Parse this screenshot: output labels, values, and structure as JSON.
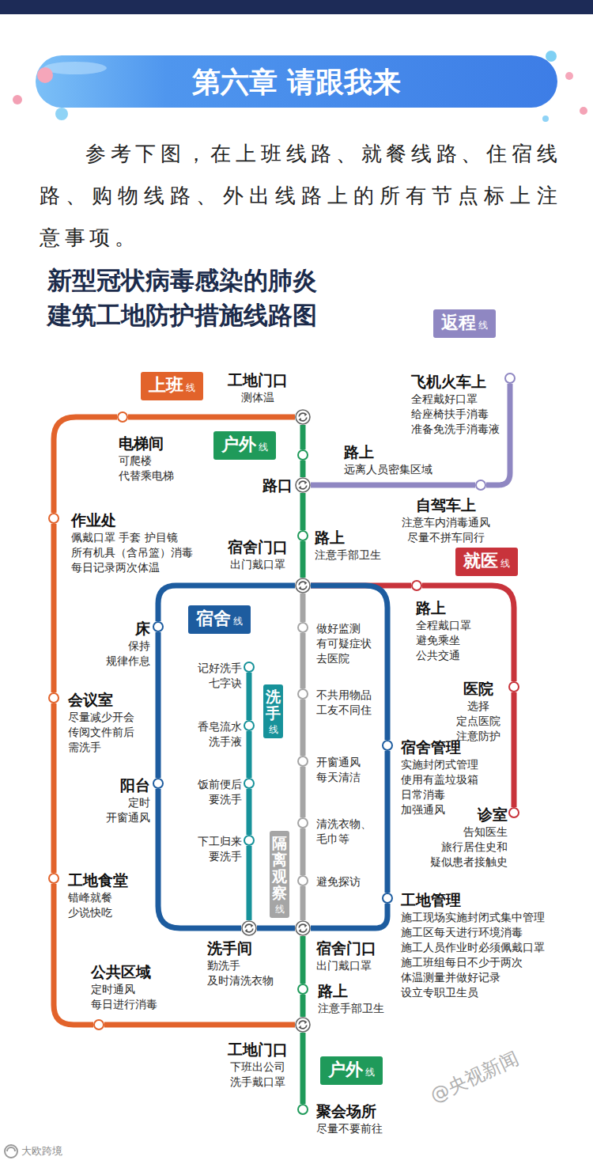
{
  "diagram": {
    "title": "新型冠状病毒感染的肺炎 建筑工地防护措施线路图",
    "nodes": [
      {
        "text": [
          "上班",
          "线"
        ]
      },
      {
        "text": [
          "工地门口",
          "测体温"
        ]
      },
      {
        "text": [
          "返程",
          "线"
        ]
      },
      {
        "text": [
          "飞机火车上",
          "全程戴好口罩 给座椅扶手消毒 准备免洗手消毒液"
        ]
      },
      {
        "text": [
          "电梯间",
          "可爬楼 代替乘电梯"
        ]
      },
      {
        "text": [
          "户外",
          "线"
        ]
      },
      {
        "text": [
          "路上",
          "远离人员密集区域"
        ]
      },
      {
        "text": [
          "路口"
        ]
      },
      {
        "text": [
          "自驾车上",
          "注意车内消毒通风 尽量不拼车同行"
        ]
      },
      {
        "text": [
          "作业处",
          "佩戴口罩 手套 护目镜 所有机具（含吊篮）消毒 每日记录两次体温"
        ]
      },
      {
        "text": [
          "路上",
          "注意手部卫生"
        ]
      },
      {
        "text": [
          "宿舍门口",
          "出门戴口罩"
        ]
      },
      {
        "text": [
          "就医",
          "线"
        ]
      },
      {
        "text": [
          "宿舍",
          "线"
        ]
      },
      {
        "text": [
          "床",
          "保持 规律作息"
        ]
      },
      {
        "text": [
          "做好监测 有可疑症状 去医院"
        ]
      },
      {
        "text": [
          "路上",
          "全程戴口罩 避免乘坐 公共交通"
        ]
      },
      {
        "text": [
          "记好洗手 七字诀"
        ]
      },
      {
        "text": [
          "洗手",
          "线"
        ]
      },
      {
        "text": [
          "会议室",
          "尽量减少开会 传阅文件前后 需洗手"
        ]
      },
      {
        "text": [
          "医院",
          "选择 定点医院 注意防护"
        ]
      },
      {
        "text": [
          "不共用物品 工友不同住"
        ]
      },
      {
        "text": [
          "香皂流水 洗手液"
        ]
      },
      {
        "text": [
          "宿舍管理",
          "实施封闭式管理 使用有盖垃圾箱 日常消毒 加强通风"
        ]
      },
      {
        "text": [
          "开窗通风 每天清洁"
        ]
      },
      {
        "text": [
          "阳台",
          "定时 开窗通风"
        ]
      },
      {
        "text": [
          "饭前便后 要洗手"
        ]
      },
      {
        "text": [
          "诊室",
          "告知医生 旅行居住史和 疑似患者接触史"
        ]
      },
      {
        "text": [
          "清洗衣物、 毛巾等"
        ]
      },
      {
        "text": [
          "下工归来 要洗手"
        ]
      },
      {
        "text": [
          "隔离观察",
          "线"
        ]
      },
      {
        "text": [
          "工地食堂",
          "错峰就餐 少说快吃"
        ]
      },
      {
        "text": [
          "避免探访"
        ]
      },
      {
        "text": [
          "工地管理",
          "施工现场实施封闭式集中管理 施工区每天进行环境消毒 施工人员作业时必须佩戴口罩 施工班组每日不少于两次 体温测量并做好记录 设立专职卫生员"
        ]
      },
      {
        "text": [
          "洗手间",
          "勤洗手 及时清洗衣物"
        ]
      },
      {
        "text": [
          "宿舍门口",
          "出门戴口罩"
        ]
      },
      {
        "text": [
          "路上",
          "注意手部卫生"
        ]
      },
      {
        "text": [
          "公共区域",
          "定时通风 每日进行消毒"
        ]
      },
      {
        "text": [
          "工地门口",
          "下班出公司 洗手戴口罩"
        ]
      },
      {
        "text": [
          "户外",
          "线"
        ]
      },
      {
        "text": [
          "聚会场所",
          "尽量不要前往"
        ]
      }
    ],
    "edges": [
      {
        "from": 11,
        "to": 16,
        "arrow": "none"
      },
      {
        "from": 16,
        "to": 20,
        "arrow": "none"
      },
      {
        "from": 20,
        "to": 27,
        "arrow": "none"
      },
      {
        "from": 1,
        "to": 4,
        "arrow": "none"
      },
      {
        "from": 4,
        "to": 9,
        "arrow": "none"
      },
      {
        "from": 9,
        "to": 19,
        "arrow": "none"
      },
      {
        "from": 19,
        "to": 31,
        "arrow": "none"
      },
      {
        "from": 31,
        "to": 37,
        "arrow": "none"
      },
      {
        "from": 37,
        "to": 38,
        "arrow": "none"
      },
      {
        "from": 1,
        "to": 6,
        "arrow": "none"
      },
      {
        "from": 6,
        "to": 7,
        "arrow": "none"
      },
      {
        "from": 7,
        "to": 10,
        "arrow": "none"
      },
      {
        "from": 10,
        "to": 11,
        "arrow": "none"
      },
      {
        "from": 35,
        "to": 36,
        "arrow": "none"
      },
      {
        "from": 36,
        "to": 38,
        "arrow": "none"
      },
      {
        "from": 38,
        "to": 40,
        "arrow": "none"
      },
      {
        "from": 7,
        "to": 8,
        "arrow": "none"
      },
      {
        "from": 8,
        "to": 3,
        "arrow": "none"
      },
      {
        "from": 11,
        "to": 14,
        "arrow": "none"
      },
      {
        "from": 14,
        "to": 25,
        "arrow": "none"
      },
      {
        "from": 25,
        "to": 34,
        "arrow": "none"
      },
      {
        "from": 34,
        "to": 35,
        "arrow": "none"
      },
      {
        "from": 35,
        "to": 33,
        "arrow": "none"
      },
      {
        "from": 33,
        "to": 23,
        "arrow": "none"
      },
      {
        "from": 23,
        "to": 11,
        "arrow": "none"
      },
      {
        "from": 17,
        "to": 22,
        "arrow": "none"
      },
      {
        "from": 22,
        "to": 26,
        "arrow": "none"
      },
      {
        "from": 26,
        "to": 29,
        "arrow": "none"
      },
      {
        "from": 29,
        "to": 34,
        "arrow": "none"
      },
      {
        "from": 11,
        "to": 15,
        "arrow": "none"
      },
      {
        "from": 15,
        "to": 21,
        "arrow": "none"
      },
      {
        "from": 21,
        "to": 24,
        "arrow": "none"
      },
      {
        "from": 24,
        "to": 28,
        "arrow": "none"
      },
      {
        "from": 28,
        "to": 32,
        "arrow": "none"
      },
      {
        "from": 32,
        "to": 35,
        "arrow": "none"
      }
    ],
    "labels": [
      "第六章 请跟我来",
      "参考下图，在上班线路、就餐线路、住宿线路、购物线路、外出线路上的所有节点标上注意事项。",
      "@央视新闻",
      "大欧跨境"
    ]
  }
}
